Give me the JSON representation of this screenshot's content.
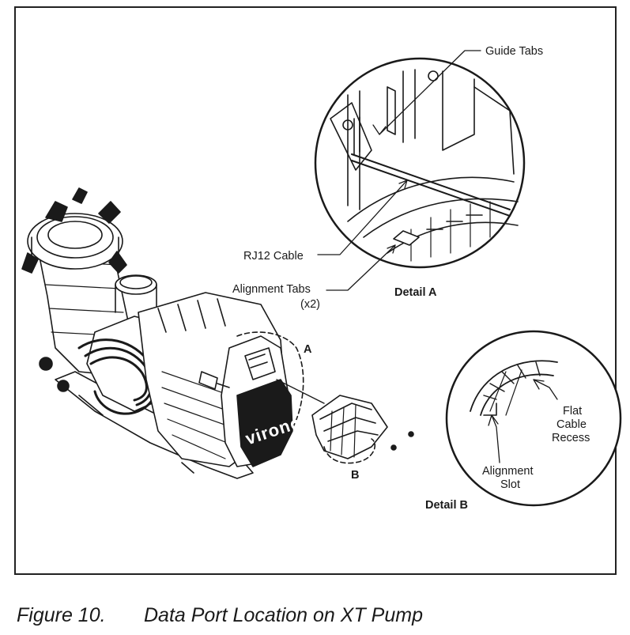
{
  "figure": {
    "number": "Figure 10.",
    "title": "Data Port Location on XT Pump"
  },
  "callouts": {
    "guide_tabs": "Guide Tabs",
    "rj12_cable": "RJ12 Cable",
    "alignment_tabs": "Alignment Tabs",
    "alignment_tabs_qty": "(x2)",
    "detail_a": "Detail A",
    "detail_b": "Detail B",
    "marker_a": "A",
    "marker_b": "B",
    "flat_cable_recess_line1": "Flat",
    "flat_cable_recess_line2": "Cable",
    "flat_cable_recess_line3": "Recess",
    "alignment_slot_line1": "Alignment",
    "alignment_slot_line2": "Slot"
  },
  "product_branding": {
    "motor_logo": "vironc"
  }
}
